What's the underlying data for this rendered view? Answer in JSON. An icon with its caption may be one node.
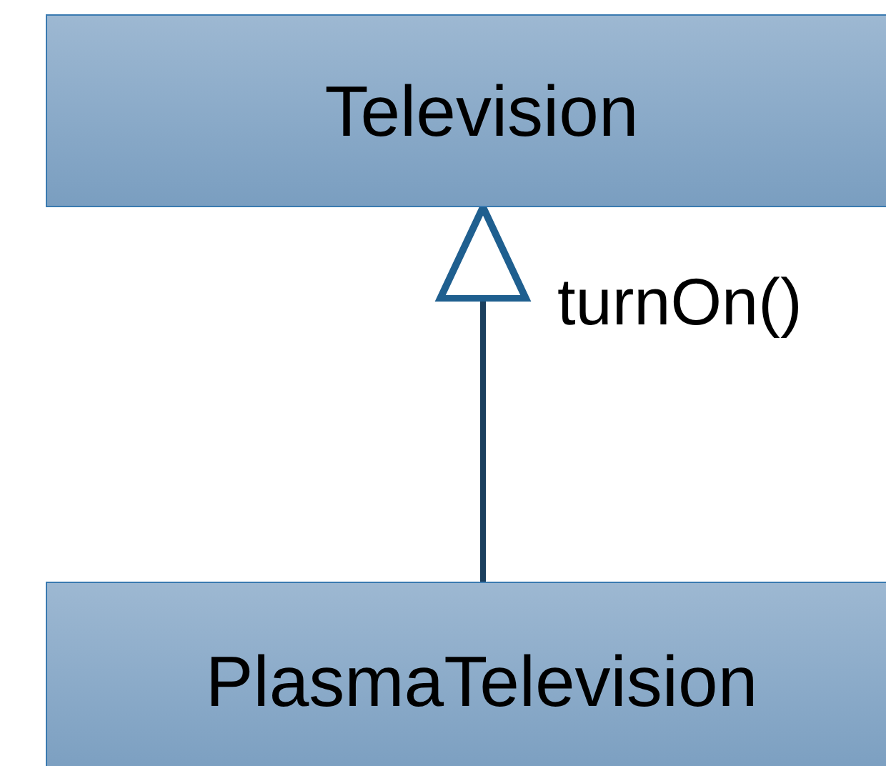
{
  "diagram": {
    "nodes": [
      {
        "text": [
          "Television"
        ]
      },
      {
        "text": [
          "PlasmaTelevision"
        ]
      }
    ],
    "edges": [
      {
        "from": 1,
        "to": 0,
        "arrow": "to",
        "label": "turnOn()"
      }
    ]
  }
}
